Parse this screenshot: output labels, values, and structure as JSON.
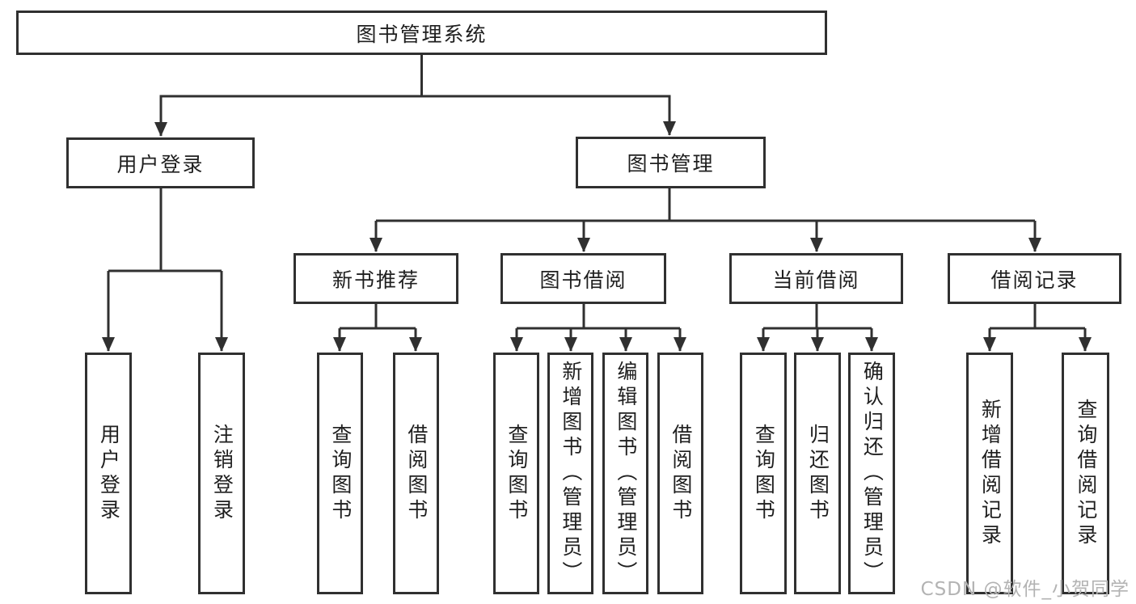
{
  "tree": {
    "root": {
      "label": "图书管理系统"
    },
    "level1": [
      {
        "label": "用户登录",
        "children": [
          {
            "label": "用户登录"
          },
          {
            "label": "注销登录"
          }
        ]
      },
      {
        "label": "图书管理",
        "children": [
          {
            "label": "新书推荐",
            "children": [
              {
                "label": "查询图书"
              },
              {
                "label": "借阅图书"
              }
            ]
          },
          {
            "label": "图书借阅",
            "children": [
              {
                "label": "查询图书"
              },
              {
                "label": "新增图书（管理员）"
              },
              {
                "label": "编辑图书（管理员）"
              },
              {
                "label": "借阅图书"
              }
            ]
          },
          {
            "label": "当前借阅",
            "children": [
              {
                "label": "查询图书"
              },
              {
                "label": "归还图书"
              },
              {
                "label": "确认归还（管理员）"
              }
            ]
          },
          {
            "label": "借阅记录",
            "children": [
              {
                "label": "新增借阅记录"
              },
              {
                "label": "查询借阅记录"
              }
            ]
          }
        ]
      }
    ]
  },
  "watermark": {
    "text": "CSDN @软件_小贺同学"
  },
  "colors": {
    "line": "#303030",
    "box_border": "#303030",
    "box_fill": "#ffffff",
    "text": "#1f1f1f",
    "watermark": "#b3b3b3",
    "background": "#ffffff"
  }
}
